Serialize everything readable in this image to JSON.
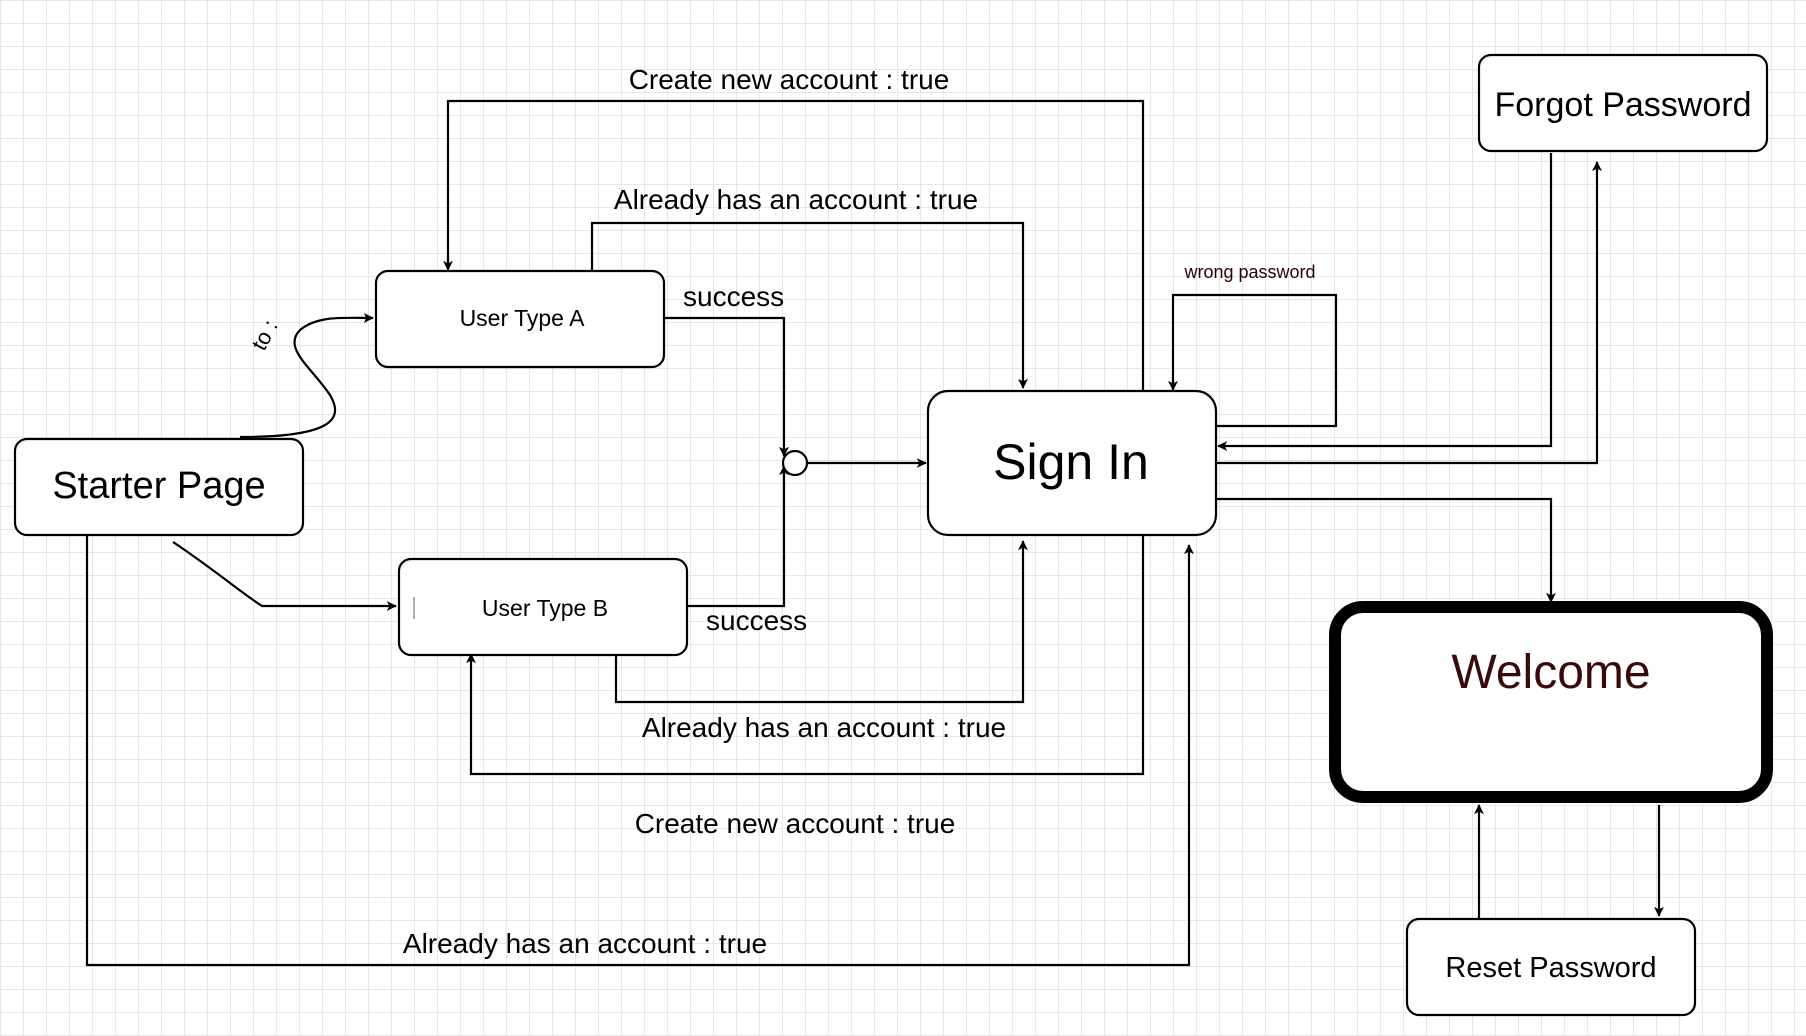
{
  "diagram": {
    "nodes": {
      "starter": {
        "label": "Starter Page"
      },
      "user_a": {
        "label": "User Type A"
      },
      "user_b": {
        "label": "User Type B"
      },
      "sign_in": {
        "label": "Sign In"
      },
      "forgot": {
        "label": "Forgot Password"
      },
      "welcome": {
        "label": "Welcome",
        "text_color": "#3a0a0a"
      },
      "reset": {
        "label": "Reset Password"
      }
    },
    "edge_labels": {
      "create_top": "Create new account : true",
      "already_top": "Already has an account : true",
      "success_a": "success",
      "success_b": "success",
      "wrong_password": "wrong password",
      "already_mid": "Already has an account : true",
      "create_bottom": "Create new account : true",
      "already_bottom": "Already has an account : true",
      "to_label": "to :"
    }
  }
}
